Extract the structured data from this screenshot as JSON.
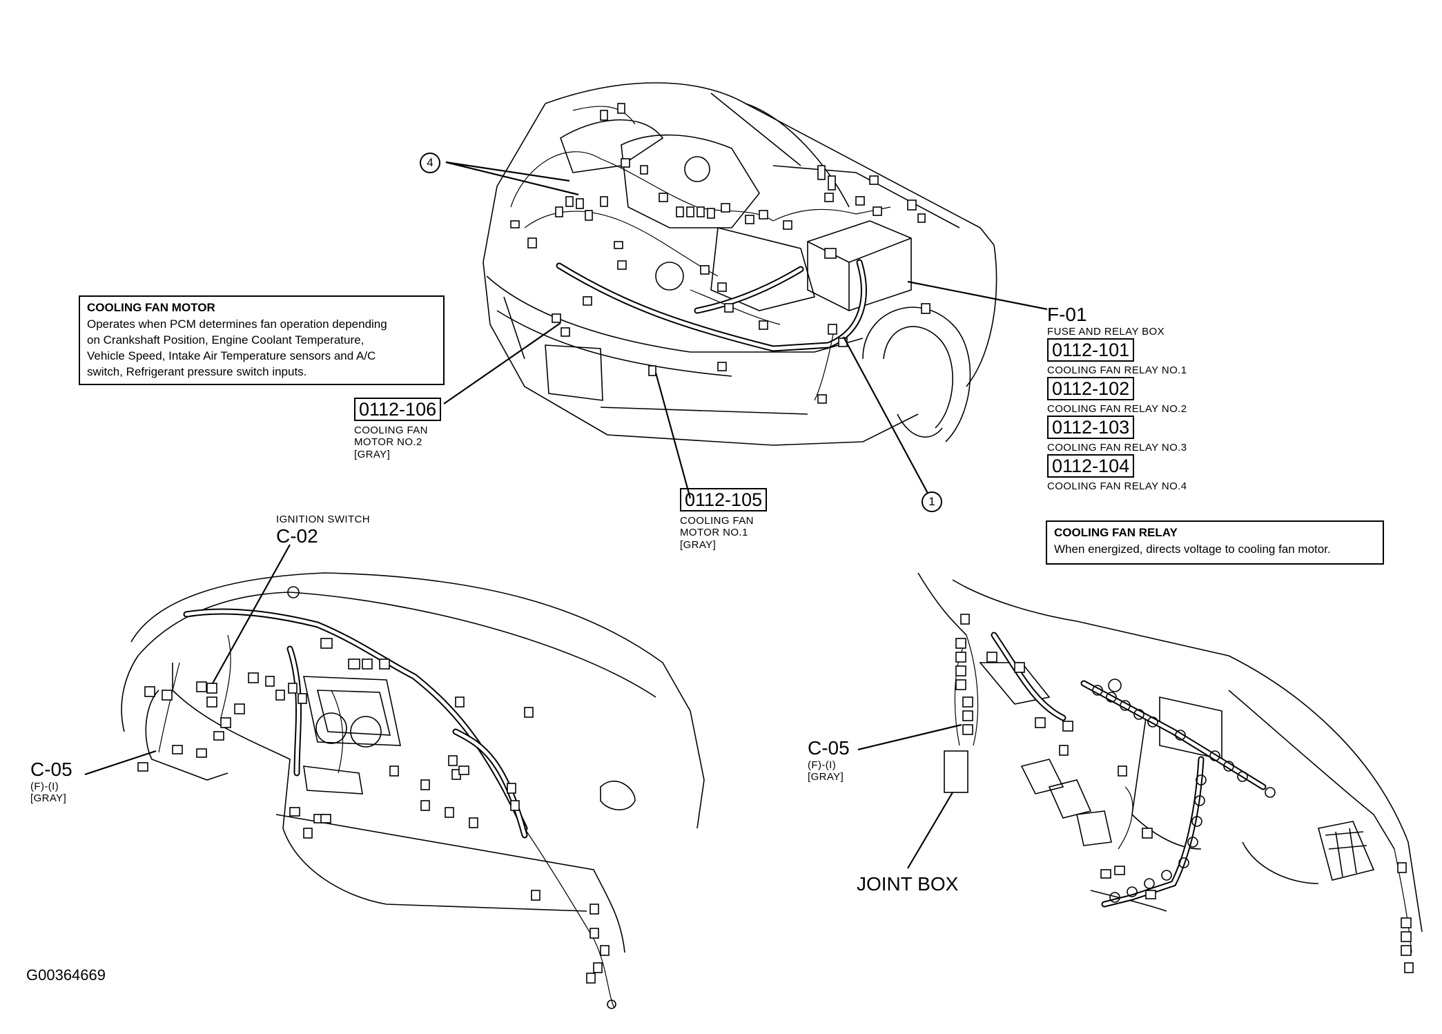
{
  "figure_id": "G00364669",
  "fan_motor_box": {
    "title": "COOLING FAN MOTOR",
    "text": "Operates when PCM determines fan operation depending\non Crankshaft Position, Engine Coolant Temperature,\nVehicle Speed, Intake Air Temperature sensors and A/C\nswitch, Refrigerant pressure switch inputs."
  },
  "fan_relay_box": {
    "title": "COOLING FAN RELAY",
    "text": "When energized, directs voltage to cooling fan motor."
  },
  "callouts": {
    "c4": "4",
    "c1": "1"
  },
  "connectors": {
    "motor2": {
      "code": "0112-106",
      "line1": "COOLING FAN",
      "line2": "MOTOR NO.2",
      "line3": "[GRAY]"
    },
    "motor1": {
      "code": "0112-105",
      "line1": "COOLING FAN",
      "line2": "MOTOR NO.1",
      "line3": "[GRAY]"
    },
    "fuse_box": {
      "code": "F-01",
      "desc": "FUSE AND RELAY BOX"
    },
    "relays": [
      {
        "code": "0112-101",
        "desc": "COOLING FAN RELAY NO.1"
      },
      {
        "code": "0112-102",
        "desc": "COOLING FAN RELAY NO.2"
      },
      {
        "code": "0112-103",
        "desc": "COOLING FAN RELAY NO.3"
      },
      {
        "code": "0112-104",
        "desc": "COOLING FAN RELAY NO.4"
      }
    ],
    "ignition": {
      "desc": "IGNITION SWITCH",
      "code": "C-02"
    },
    "c05_left": {
      "code": "C-05",
      "line1": "(F)-(I)",
      "line2": "[GRAY]"
    },
    "c05_right": {
      "code": "C-05",
      "line1": "(F)-(I)",
      "line2": "[GRAY]"
    },
    "joint_box": "JOINT BOX"
  }
}
